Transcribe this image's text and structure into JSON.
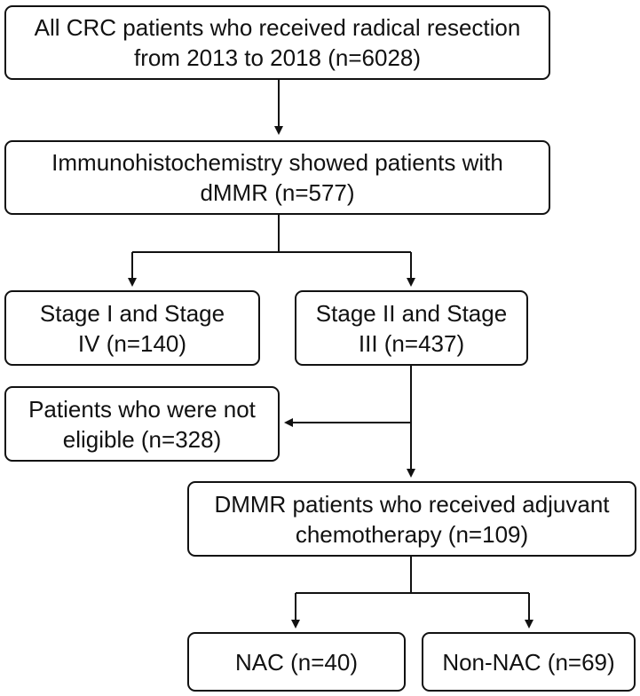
{
  "flowchart": {
    "box_all_patients": {
      "line1": "All CRC patients who received radical resection",
      "line2": "from 2013 to 2018 (n=6028)"
    },
    "box_dmmr": {
      "line1": "Immunohistochemistry showed patients with",
      "line2": "dMMR (n=577)"
    },
    "box_stage_1_4": {
      "line1": "Stage I and Stage",
      "line2": "IV (n=140)"
    },
    "box_stage_2_3": {
      "line1": "Stage II and Stage",
      "line2": "III (n=437)"
    },
    "box_not_eligible": {
      "line1": "Patients who were not",
      "line2": "eligible (n=328)"
    },
    "box_adjuvant": {
      "line1": "DMMR patients who received adjuvant",
      "line2": "chemotherapy (n=109)"
    },
    "box_nac": {
      "line1": "NAC (n=40)"
    },
    "box_non_nac": {
      "line1": "Non-NAC (n=69)"
    }
  },
  "colors": {
    "stroke": "#111111",
    "background": "#ffffff",
    "text": "#111111"
  }
}
